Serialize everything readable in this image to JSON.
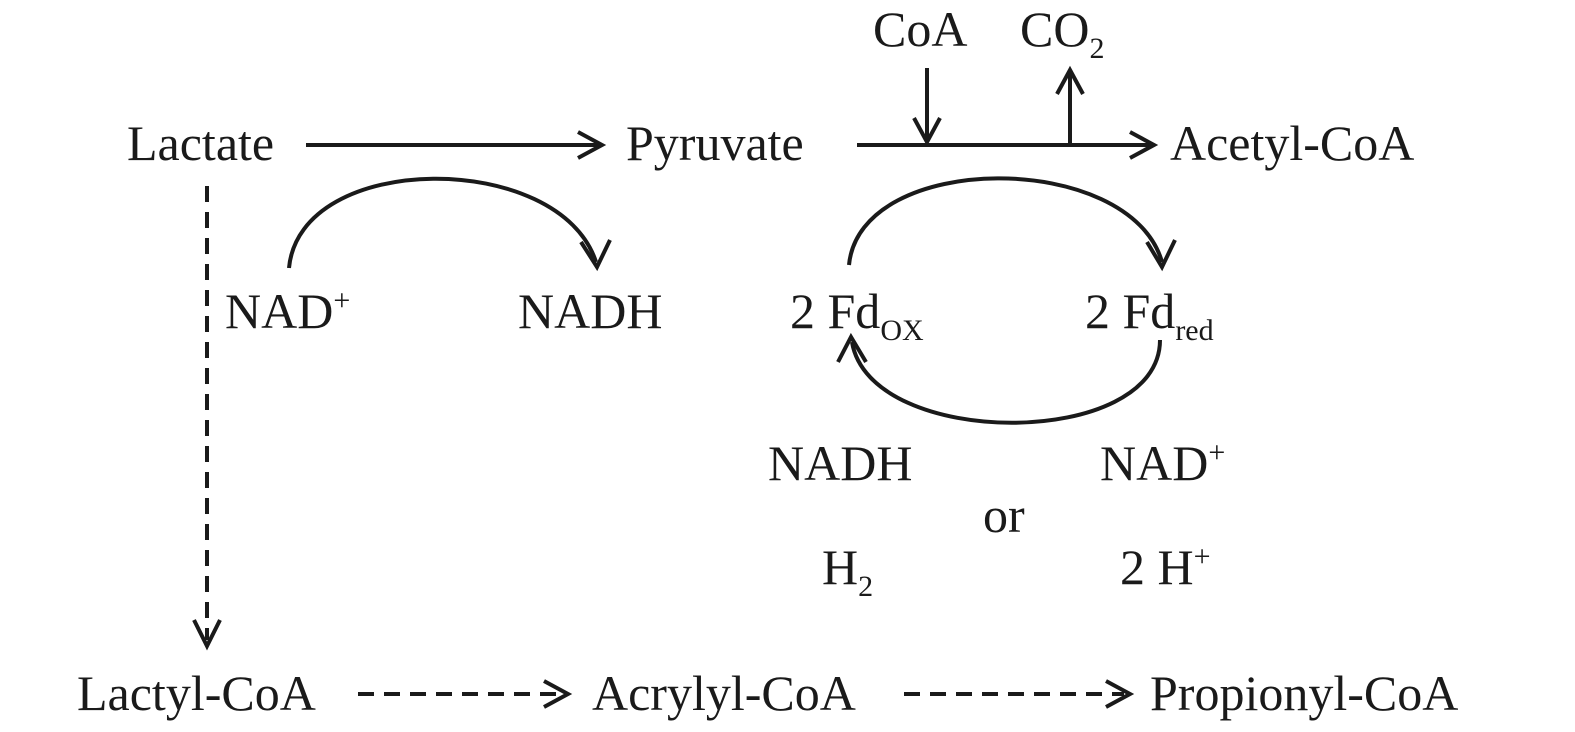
{
  "main_path": {
    "lactate": "Lactate",
    "pyruvate": "Pyruvate",
    "acetyl_coa": "Acetyl-CoA",
    "coa_in": "CoA",
    "co2_out": {
      "base": "CO",
      "sub": "2"
    }
  },
  "nad_cycle": {
    "nad_plus": {
      "base": "NAD",
      "sup": "+"
    },
    "nadh": "NADH"
  },
  "fd_cycle": {
    "fd_ox": {
      "base": "2 Fd",
      "sub": "OX"
    },
    "fd_red": {
      "base": "2 Fd",
      "sub": "red"
    },
    "nadh": "NADH",
    "nad_plus": {
      "base": "NAD",
      "sup": "+"
    },
    "or": "or",
    "h2": {
      "base": "H",
      "sub": "2"
    },
    "two_h_plus": {
      "base": "2 H",
      "sup": "+"
    }
  },
  "acrylate_path": {
    "lactyl_coa": "Lactyl-CoA",
    "acrylyl_coa": "Acrylyl-CoA",
    "propionyl_coa": "Propionyl-CoA"
  }
}
